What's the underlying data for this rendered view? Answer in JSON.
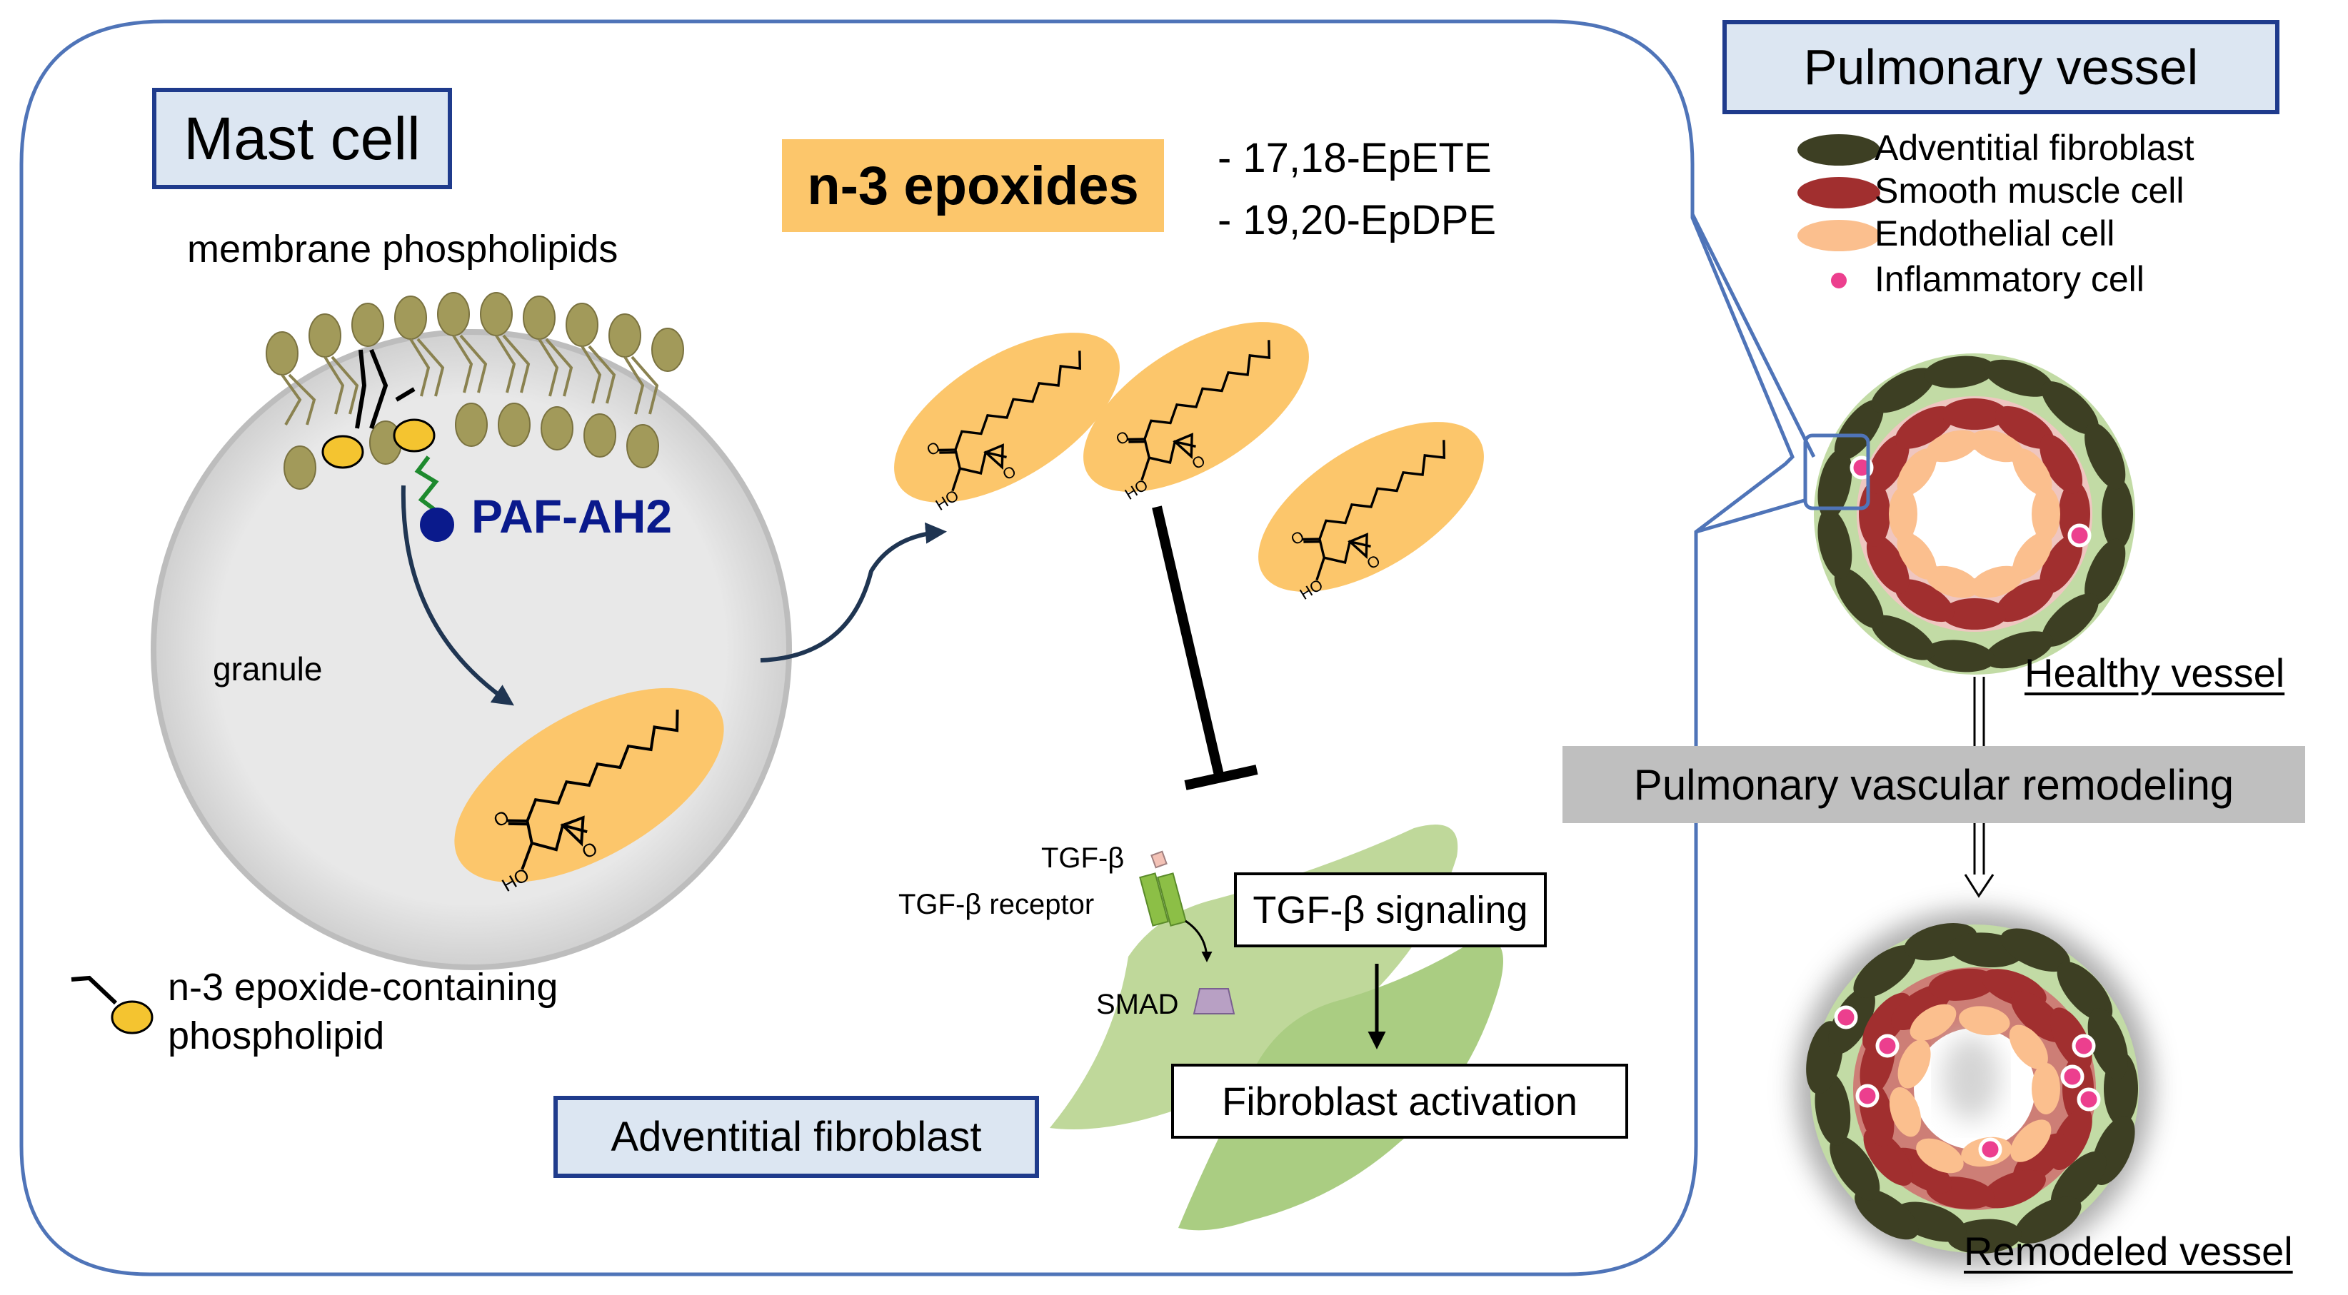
{
  "mast_cell": {
    "title": "Mast cell",
    "membrane_label": "membrane phospholipids",
    "enzyme_label": "PAF-AH2",
    "granule_label": "granule",
    "legend_label": "n-3 epoxide-containing phospholipid"
  },
  "epoxides": {
    "title": "n-3 epoxides",
    "items": [
      "- 17,18-EpETE",
      "- 19,20-EpDPE"
    ],
    "mol_label_ho": "HO",
    "mol_label_o": "O"
  },
  "fibroblast": {
    "title": "Adventitial fibroblast",
    "tgfb_label": "TGF-β",
    "receptor_label": "TGF-β receptor",
    "smad_label": "SMAD",
    "signaling_label": "TGF-β signaling",
    "activation_label": "Fibroblast activation"
  },
  "vessel": {
    "title": "Pulmonary vessel",
    "legend": [
      {
        "label": "Adventitial fibroblast",
        "color": "#3d3f23"
      },
      {
        "label": "Smooth muscle cell",
        "color": "#a12f2f"
      },
      {
        "label": "Endothelial cell",
        "color": "#fbbf8e"
      },
      {
        "label": "Inflammatory cell",
        "color": "#ec3f8e"
      }
    ],
    "healthy_label": "Healthy vessel",
    "remodeling_label": "Pulmonary vascular remodeling",
    "remodeled_label": "Remodeled vessel"
  }
}
